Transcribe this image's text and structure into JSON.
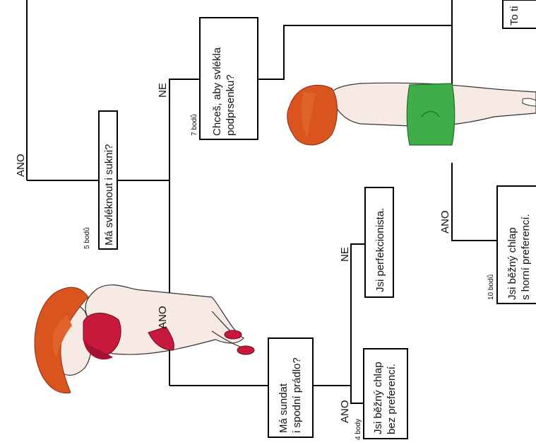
{
  "nodes": {
    "skirt_question": "Má svléknout i sukni?",
    "bra_question": "Chceš, aby svlékla podprsenku?",
    "underwear_question": "Má sundat i spodní prádlo?",
    "result_perfectionist": "Jsi perfekcionista.",
    "result_average": "Jsi běžný chlap bez preferencí.",
    "result_top": "Jsi běžný chlap s horní preferencí.",
    "result_partial": "To ti"
  },
  "points": {
    "skirt": "5 bodů",
    "bra": "7 bodů",
    "average": "4 body",
    "top": "10 bodů"
  },
  "labels": {
    "yes": "ANO",
    "no": "NE"
  },
  "illustrations": {
    "woman_bikini": "woman-in-red-bikini-illustration",
    "woman_green_skirt": "woman-in-green-skirt-illustration"
  },
  "colors": {
    "line": "#000000",
    "hair": "#d9541e",
    "skin": "#f7e9e3",
    "bikini": "#c8183c",
    "skirt": "#3fae49"
  }
}
